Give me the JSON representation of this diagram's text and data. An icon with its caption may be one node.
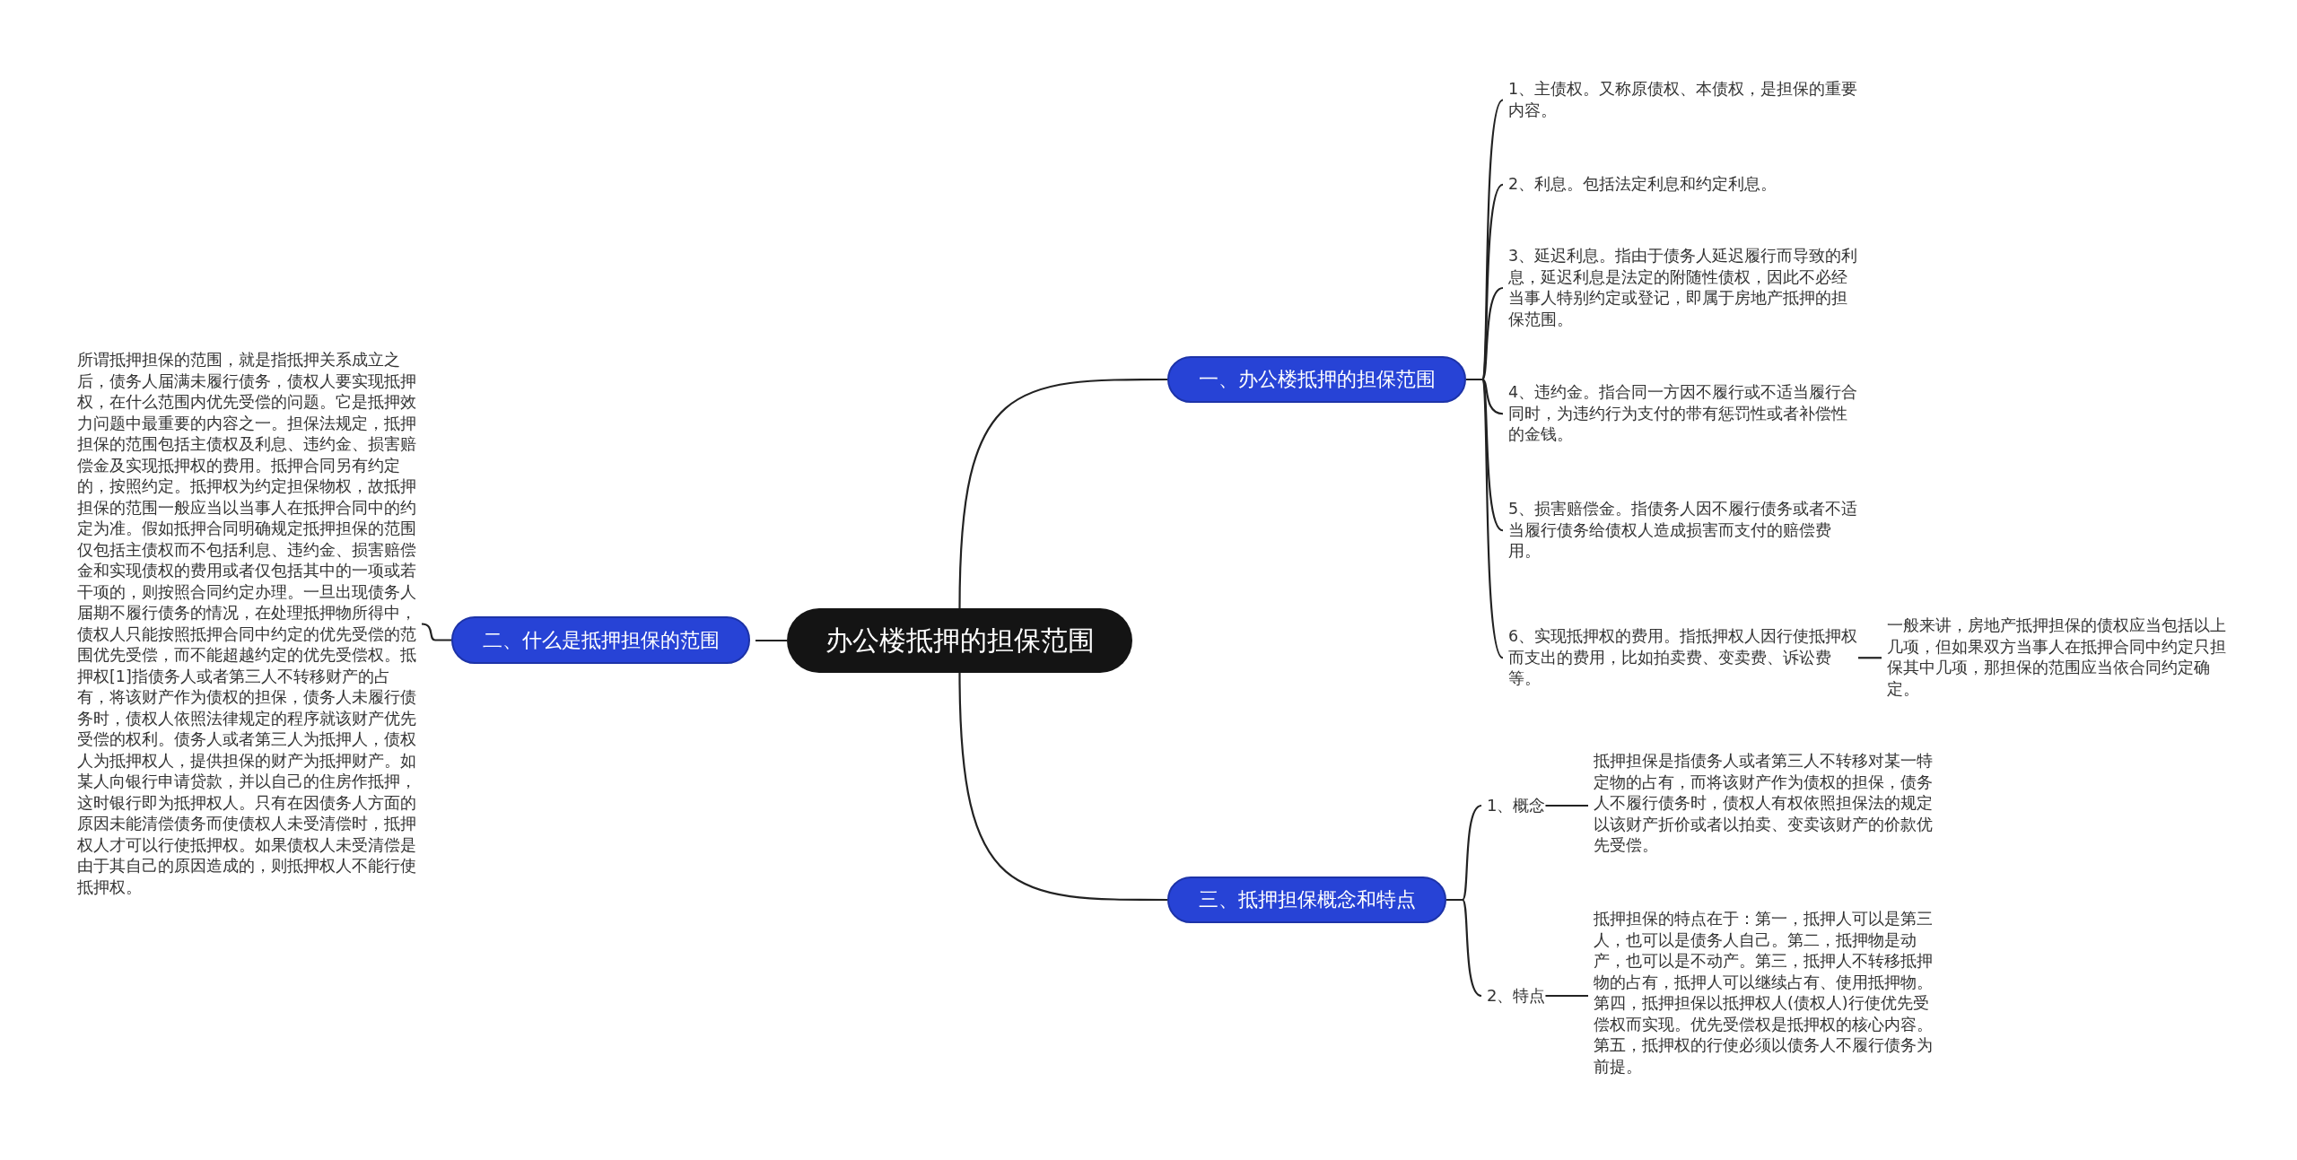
{
  "diagram": {
    "nodes": [
      {
        "text": [
          "办公楼抵押的担保范围"
        ]
      },
      {
        "text": [
          "一、办公楼抵押的担保范围"
        ]
      },
      {
        "text": [
          "1、主债权。又称原债权、本债权，是担保的重要内容。"
        ]
      },
      {
        "text": [
          "2、利息。包括法定利息和约定利息。"
        ]
      },
      {
        "text": [
          "3、延迟利息。指由于债务人延迟履行而导致的利息，延迟利息是法定的附随性债权，因此不必经当事人特别约定或登记，即属于房地产抵押的担保范围。"
        ]
      },
      {
        "text": [
          "4、违约金。指合同一方因不履行或不适当履行合同时，为违约行为支付的带有惩罚性或者补偿性的金钱。"
        ]
      },
      {
        "text": [
          "5、损害赔偿金。指债务人因不履行债务或者不适当履行债务给债权人造成损害而支付的赔偿费用。"
        ]
      },
      {
        "text": [
          "6、实现抵押权的费用。指抵押权人因行使抵押权而支出的费用，比如拍卖费、变卖费、诉讼费等。"
        ]
      },
      {
        "text": [
          "一般来讲，房地产抵押担保的债权应当包括以上几项，但如果双方当事人在抵押合同中约定只担保其中几项，那担保的范围应当依合同约定确定。"
        ]
      },
      {
        "text": [
          "二、什么是抵押担保的范围"
        ]
      },
      {
        "text": [
          "所谓抵押担保的范围，就是指抵押关系成立之后，债务人届满未履行债务，债权人要实现抵押权，在什么范围内优先受偿的问题。它是抵押效力问题中最重要的内容之一。担保法规定，抵押担保的范围包括主债权及利息、违约金、损害赔偿金及实现抵押权的费用。抵押合同另有约定的，按照约定。抵押权为约定担保物权，故抵押担保的范围一般应当以当事人在抵押合同中的约定为准。假如抵押合同明确规定抵押担保的范围仅包括主债权而不包括利息、违约金、损害赔偿金和实现债权的费用或者仅包括其中的一项或若干项的，则按照合同约定办理。一旦出现债务人届期不履行债务的情况，在处理抵押物所得中，债权人只能按照抵押合同中约定的优先受偿的范围优先受偿，而不能超越约定的优先受偿权。抵押权[1]指债务人或者第三人不转移财产的占有，将该财产作为债权的担保，债务人未履行债务时，债权人依照法律规定的程序就该财产优先受偿的权利。债务人或者第三人为抵押人，债权人为抵押权人，提供担保的财产为抵押财产。如某人向银行申请贷款，并以自己的住房作抵押，这时银行即为抵押权人。只有在因债务人方面的原因未能清偿债务而使债权人未受清偿时，抵押权人才可以行使抵押权。如果债权人未受清偿是由于其自己的原因造成的，则抵押权人不能行使抵押权。"
        ]
      },
      {
        "text": [
          "三、抵押担保概念和特点"
        ]
      },
      {
        "text": [
          "1、概念"
        ]
      },
      {
        "text": [
          "抵押担保是指债务人或者第三人不转移对某一特定物的占有，而将该财产作为债权的担保，债务人不履行债务时，债权人有权依照担保法的规定以该财产折价或者以拍卖、变卖该财产的价款优先受偿。"
        ]
      },
      {
        "text": [
          "2、特点"
        ]
      },
      {
        "text": [
          "抵押担保的特点在于：第一，抵押人可以是第三人，也可以是债务人自己。第二，抵押物是动产，也可以是不动产。第三，抵押人不转移抵押物的占有，抵押人可以继续占有、使用抵押物。第四，抵押担保以抵押权人(债权人)行使优先受偿权而实现。优先受偿权是抵押权的核心内容。第五，抵押权的行使必须以债务人不履行债务为前提。"
        ]
      }
    ],
    "edges": [
      {
        "from": 0,
        "to": 1,
        "arrow": "none"
      },
      {
        "from": 1,
        "to": 2,
        "arrow": "none"
      },
      {
        "from": 1,
        "to": 3,
        "arrow": "none"
      },
      {
        "from": 1,
        "to": 4,
        "arrow": "none"
      },
      {
        "from": 1,
        "to": 5,
        "arrow": "none"
      },
      {
        "from": 1,
        "to": 6,
        "arrow": "none"
      },
      {
        "from": 1,
        "to": 7,
        "arrow": "none"
      },
      {
        "from": 7,
        "to": 8,
        "arrow": "none"
      },
      {
        "from": 0,
        "to": 9,
        "arrow": "none"
      },
      {
        "from": 9,
        "to": 10,
        "arrow": "none"
      },
      {
        "from": 0,
        "to": 11,
        "arrow": "none"
      },
      {
        "from": 11,
        "to": 12,
        "arrow": "none"
      },
      {
        "from": 12,
        "to": 13,
        "arrow": "none"
      },
      {
        "from": 11,
        "to": 14,
        "arrow": "none"
      },
      {
        "from": 14,
        "to": 15,
        "arrow": "none"
      }
    ]
  }
}
